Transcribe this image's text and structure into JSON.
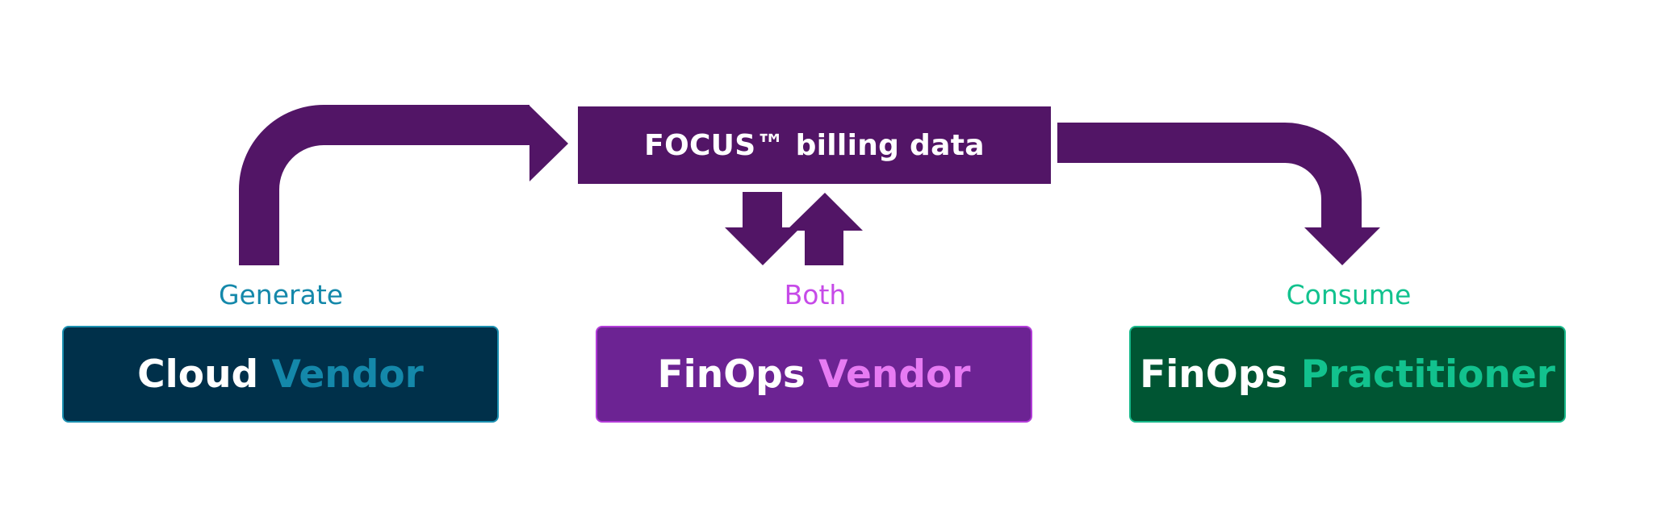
{
  "focus_box": {
    "label": "FOCUS™ billing data"
  },
  "roles": [
    {
      "label": "Generate",
      "title_main": "Cloud",
      "title_accent": "Vendor"
    },
    {
      "label": "Both",
      "title_main": "FinOps",
      "title_accent": "Vendor"
    },
    {
      "label": "Consume",
      "title_main": "FinOps",
      "title_accent": "Practitioner"
    }
  ],
  "colors": {
    "arrow": "#521566",
    "focus_box": "#521566",
    "cloud_vendor_bg": "#00304a",
    "cloud_vendor_border": "#1a8fb0",
    "cloud_vendor_accent": "#1488aa",
    "generate_label": "#1488aa",
    "finops_vendor_bg": "#6c2393",
    "finops_vendor_border": "#b23bd8",
    "finops_vendor_accent": "#e77bf3",
    "both_label": "#c64ae8",
    "practitioner_bg": "#005533",
    "practitioner_border": "#18b88a",
    "practitioner_accent": "#12c28e",
    "consume_label": "#12c28e"
  }
}
